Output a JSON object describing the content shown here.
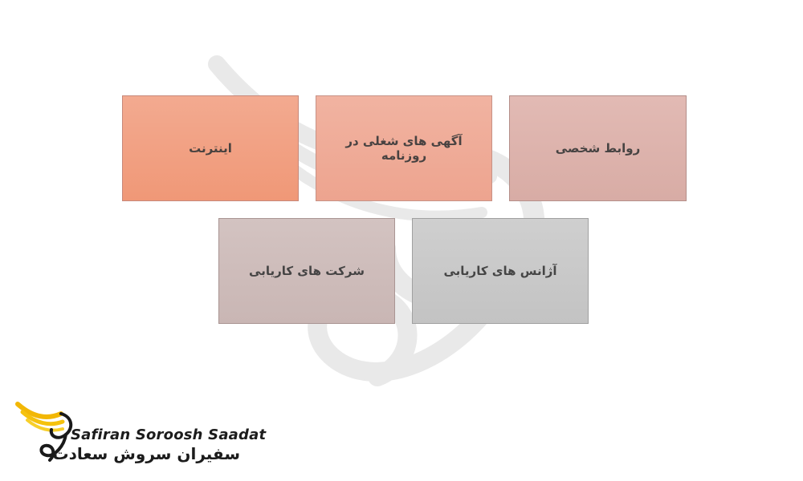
{
  "diagram": {
    "boxes": [
      {
        "id": "internet",
        "label": "اینترنت",
        "color": "#f2a286"
      },
      {
        "id": "newspaper-ads",
        "label": "آگهی های شغلی در روزنامه",
        "color": "#efac98"
      },
      {
        "id": "personal-relations",
        "label": "روابط شخصی",
        "color": "#ddb3ad"
      },
      {
        "id": "recruitment-companies",
        "label": "شرکت های کاریابی",
        "color": "#cebcba"
      },
      {
        "id": "recruitment-agencies",
        "label": "آژانس های کاریابی",
        "color": "#c9c9c9"
      }
    ]
  },
  "branding": {
    "name_en": "Safiran Soroosh Saadat",
    "name_fa": "سفیران سروش سعادت",
    "accent_color": "#f2b705",
    "logo_icon": "golden-wing-swan-icon"
  }
}
